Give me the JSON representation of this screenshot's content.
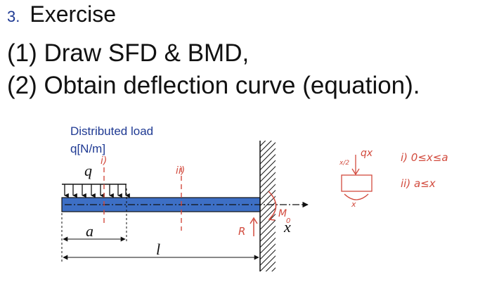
{
  "heading": {
    "number": "3.",
    "title": "Exercise"
  },
  "tasks": [
    "(1) Draw SFD & BMD,",
    "(2) Obtain deflection curve (equation)."
  ],
  "diagram": {
    "load_label": "Distributed load",
    "load_unit": "q[N/m]",
    "load_symbol": "q",
    "dim_a": "a",
    "dim_l": "l",
    "axis_x": "x",
    "reaction_R": "R",
    "moment_M": "M",
    "moment_sub": "0",
    "section_i": "i)",
    "section_ii": "ii)"
  },
  "notes": {
    "fbd_force": "qx",
    "fbd_arm": "x/2",
    "fbd_len": "x",
    "case_i": "i) 0≤x≤a",
    "case_ii": "ii) a≤x"
  },
  "colors": {
    "beam": "#3d6fc5",
    "annotation": "#d24b3e",
    "heading_number": "#1f3a93",
    "label": "#1f3a93"
  }
}
